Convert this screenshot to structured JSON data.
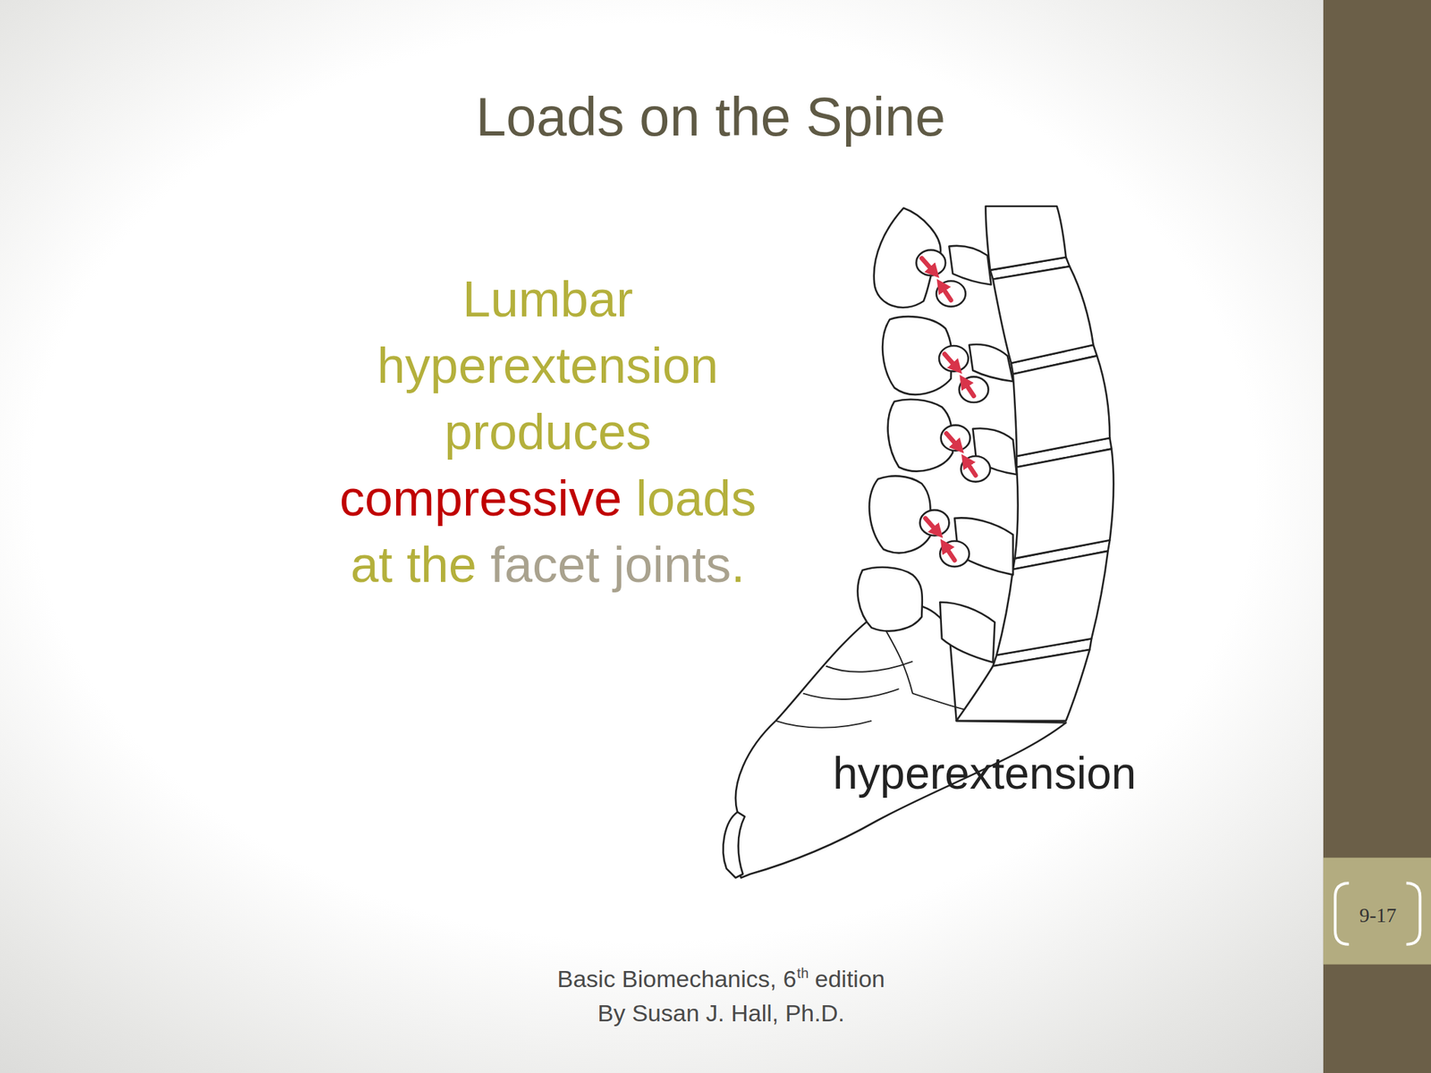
{
  "diagram": {
    "title": "Loads on the Spine",
    "labels": [
      "Lumbar",
      "hyperextension",
      "produces",
      "compressive",
      "loads",
      "at the",
      "facet joints",
      ".",
      "hyperextension",
      "9-17",
      "Basic Biomechanics, 6",
      "th",
      "edition",
      "By Susan J. Hall, Ph.D."
    ]
  }
}
